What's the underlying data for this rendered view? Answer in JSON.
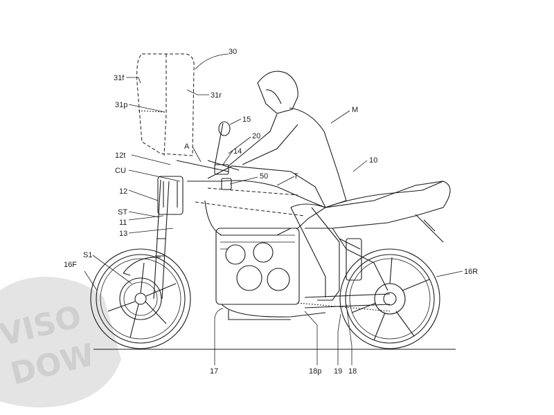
{
  "diagram": {
    "watermark": {
      "line1": "VISO",
      "line2": "DOW"
    },
    "labels": {
      "l30": "30",
      "l31f": "31f",
      "l31r": "31r",
      "l31p": "31p",
      "l15": "15",
      "l20": "20",
      "lA": "A",
      "l14": "14",
      "l12t": "12t",
      "lCU": "CU",
      "l50": "50",
      "lT": "T",
      "lM": "M",
      "l10": "10",
      "l12": "12",
      "lST": "ST",
      "l11": "11",
      "l13": "13",
      "lS1": "S1",
      "l16F": "16F",
      "l16R": "16R",
      "l17": "17",
      "l18p": "18p",
      "l19": "19",
      "l18": "18"
    }
  }
}
